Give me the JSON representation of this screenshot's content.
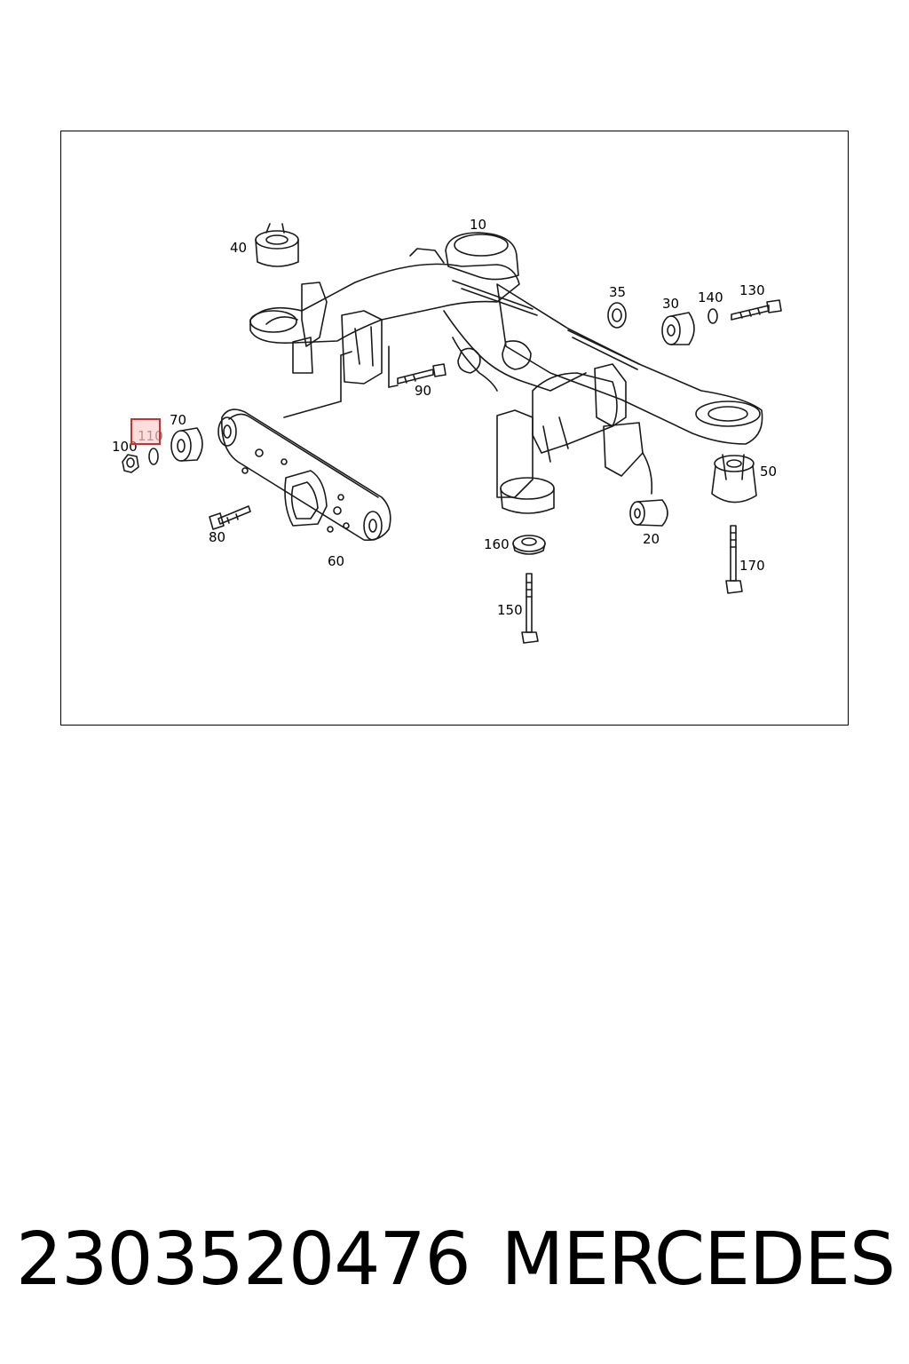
{
  "diagram": {
    "labels": {
      "p10": "10",
      "p20": "20",
      "p30": "30",
      "p35": "35",
      "p40": "40",
      "p50": "50",
      "p60": "60",
      "p70": "70",
      "p80": "80",
      "p90": "90",
      "p100": "100",
      "p110": "110",
      "p130": "130",
      "p140": "140",
      "p150": "150",
      "p160": "160",
      "p170": "170"
    },
    "highlighted_part": "110",
    "highlight_color": "#d62b2b",
    "line_color": "#1a1a1a"
  },
  "footer": {
    "part_number": "2303520476",
    "brand": "MERCEDES"
  }
}
